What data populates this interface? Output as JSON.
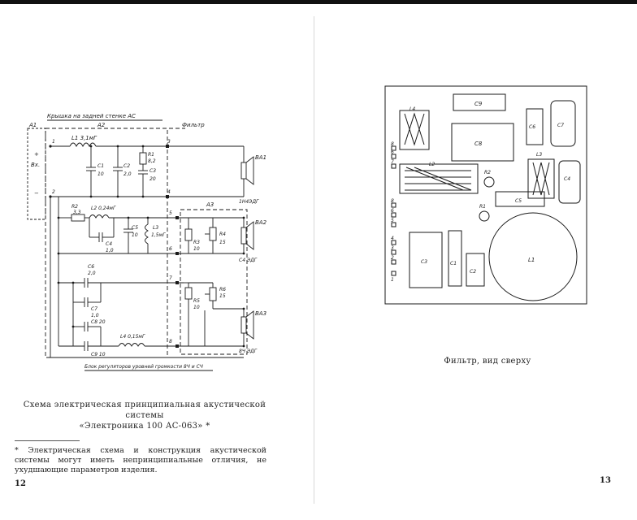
{
  "left_page": {
    "schematic": {
      "top_label": "Крышка на задней стенке АС",
      "filter_label": "Фильтр",
      "block_label": "Блок регуляторов уровней громкости 8Ч и СЧ",
      "a1": "А1",
      "a2": "А2",
      "a3": "А3",
      "input_label": "Вх.",
      "plus": "+",
      "minus": "−",
      "l1": "L1 3,1мГ",
      "c1": "C1",
      "c1v": "10",
      "c2": "C2",
      "c2v": "2,0",
      "r1": "R1",
      "r1v": "8,2",
      "c3": "C3",
      "c3v": "20",
      "r2": "R2",
      "r2v": "3,3",
      "l2": "L2 0,24мГ",
      "c4": "C4",
      "c4v": "1,0",
      "c5": "C5",
      "c5v": "10",
      "l3": "L3",
      "l3v": "1,5мГ",
      "r3": "R3",
      "r3v": "10",
      "r4": "R4",
      "r4v": "15",
      "c6": "C6",
      "c6v": "2,0",
      "c7": "C7",
      "c7v": "1,0",
      "c8": "C8 20",
      "c9": "C9 10",
      "l4": "L4 0,15мГ",
      "r5": "R5",
      "r5v": "10",
      "r6": "R6",
      "r6v": "15",
      "ba1": "ВА1",
      "ba1_type": "1Н4ЭДГ",
      "ba2": "ВА2",
      "ba2_type": "С4 ЭДГ",
      "ba3": "ВА3",
      "ba3_type": "8Ч ЭДГ",
      "n1": "1",
      "n2": "2",
      "n3": "3",
      "n4": "4",
      "n5": "5",
      "n6": "6",
      "n7": "7",
      "n8": "8"
    },
    "caption_line1": "Схема электрическая принципиальная акустической системы",
    "caption_line2": "«Электроника 100 АС-063» *",
    "footnote": "* Электрическая схема и конструкция акустической системы могут иметь непринципиальные отличия, не ухудшающие параметров изделия.",
    "page_number": "12"
  },
  "right_page": {
    "board": {
      "c9": "C9",
      "c8": "C8",
      "c6": "C6",
      "c7": "C7",
      "c4": "C4",
      "c5": "C5",
      "c3": "C3",
      "c1": "C1",
      "c2": "C2",
      "l4": "L4",
      "l2": "L2",
      "l3": "L3",
      "l1": "L1",
      "r1": "R1",
      "r2": "R2",
      "pins_top": [
        "8",
        "6",
        "7"
      ],
      "pins_mid": [
        "8",
        "6",
        "5"
      ],
      "pins_bottom": [
        "4",
        "3",
        "2",
        "1"
      ]
    },
    "caption": "Фильтр, вид сверху",
    "page_number": "13"
  }
}
